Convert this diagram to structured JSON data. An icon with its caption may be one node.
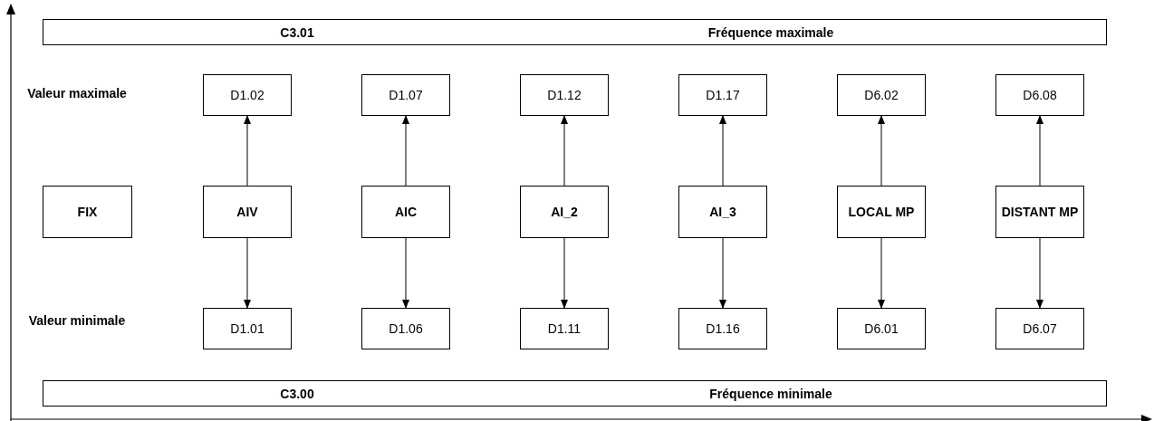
{
  "diagram": {
    "nodes": [
      {
        "text": [
          "C3.01",
          "Fréquence maximale"
        ]
      },
      {
        "text": [
          "D1.02"
        ]
      },
      {
        "text": [
          "D1.07"
        ]
      },
      {
        "text": [
          "D1.12"
        ]
      },
      {
        "text": [
          "D1.17"
        ]
      },
      {
        "text": [
          "D6.02"
        ]
      },
      {
        "text": [
          "D6.08"
        ]
      },
      {
        "text": [
          "FIX"
        ]
      },
      {
        "text": [
          "AIV"
        ]
      },
      {
        "text": [
          "AIC"
        ]
      },
      {
        "text": [
          "AI_2"
        ]
      },
      {
        "text": [
          "AI_3"
        ]
      },
      {
        "text": [
          "LOCAL MP"
        ]
      },
      {
        "text": [
          "DISTANT MP"
        ]
      },
      {
        "text": [
          "D1.01"
        ]
      },
      {
        "text": [
          "D1.06"
        ]
      },
      {
        "text": [
          "D1.11"
        ]
      },
      {
        "text": [
          "D1.16"
        ]
      },
      {
        "text": [
          "D6.01"
        ]
      },
      {
        "text": [
          "D6.07"
        ]
      },
      {
        "text": [
          "C3.00",
          "Fréquence minimale"
        ]
      }
    ],
    "edges": [
      {
        "from": 8,
        "to": 1,
        "arrow": "to"
      },
      {
        "from": 8,
        "to": 14,
        "arrow": "to"
      },
      {
        "from": 9,
        "to": 2,
        "arrow": "to"
      },
      {
        "from": 9,
        "to": 15,
        "arrow": "to"
      },
      {
        "from": 10,
        "to": 3,
        "arrow": "to"
      },
      {
        "from": 10,
        "to": 16,
        "arrow": "to"
      },
      {
        "from": 11,
        "to": 4,
        "arrow": "to"
      },
      {
        "from": 11,
        "to": 17,
        "arrow": "to"
      },
      {
        "from": 12,
        "to": 5,
        "arrow": "to"
      },
      {
        "from": 12,
        "to": 18,
        "arrow": "to"
      },
      {
        "from": 13,
        "to": 6,
        "arrow": "to"
      },
      {
        "from": 13,
        "to": 19,
        "arrow": "to"
      }
    ],
    "labels": [
      "Valeur maximale",
      "Valeur minimale"
    ]
  }
}
